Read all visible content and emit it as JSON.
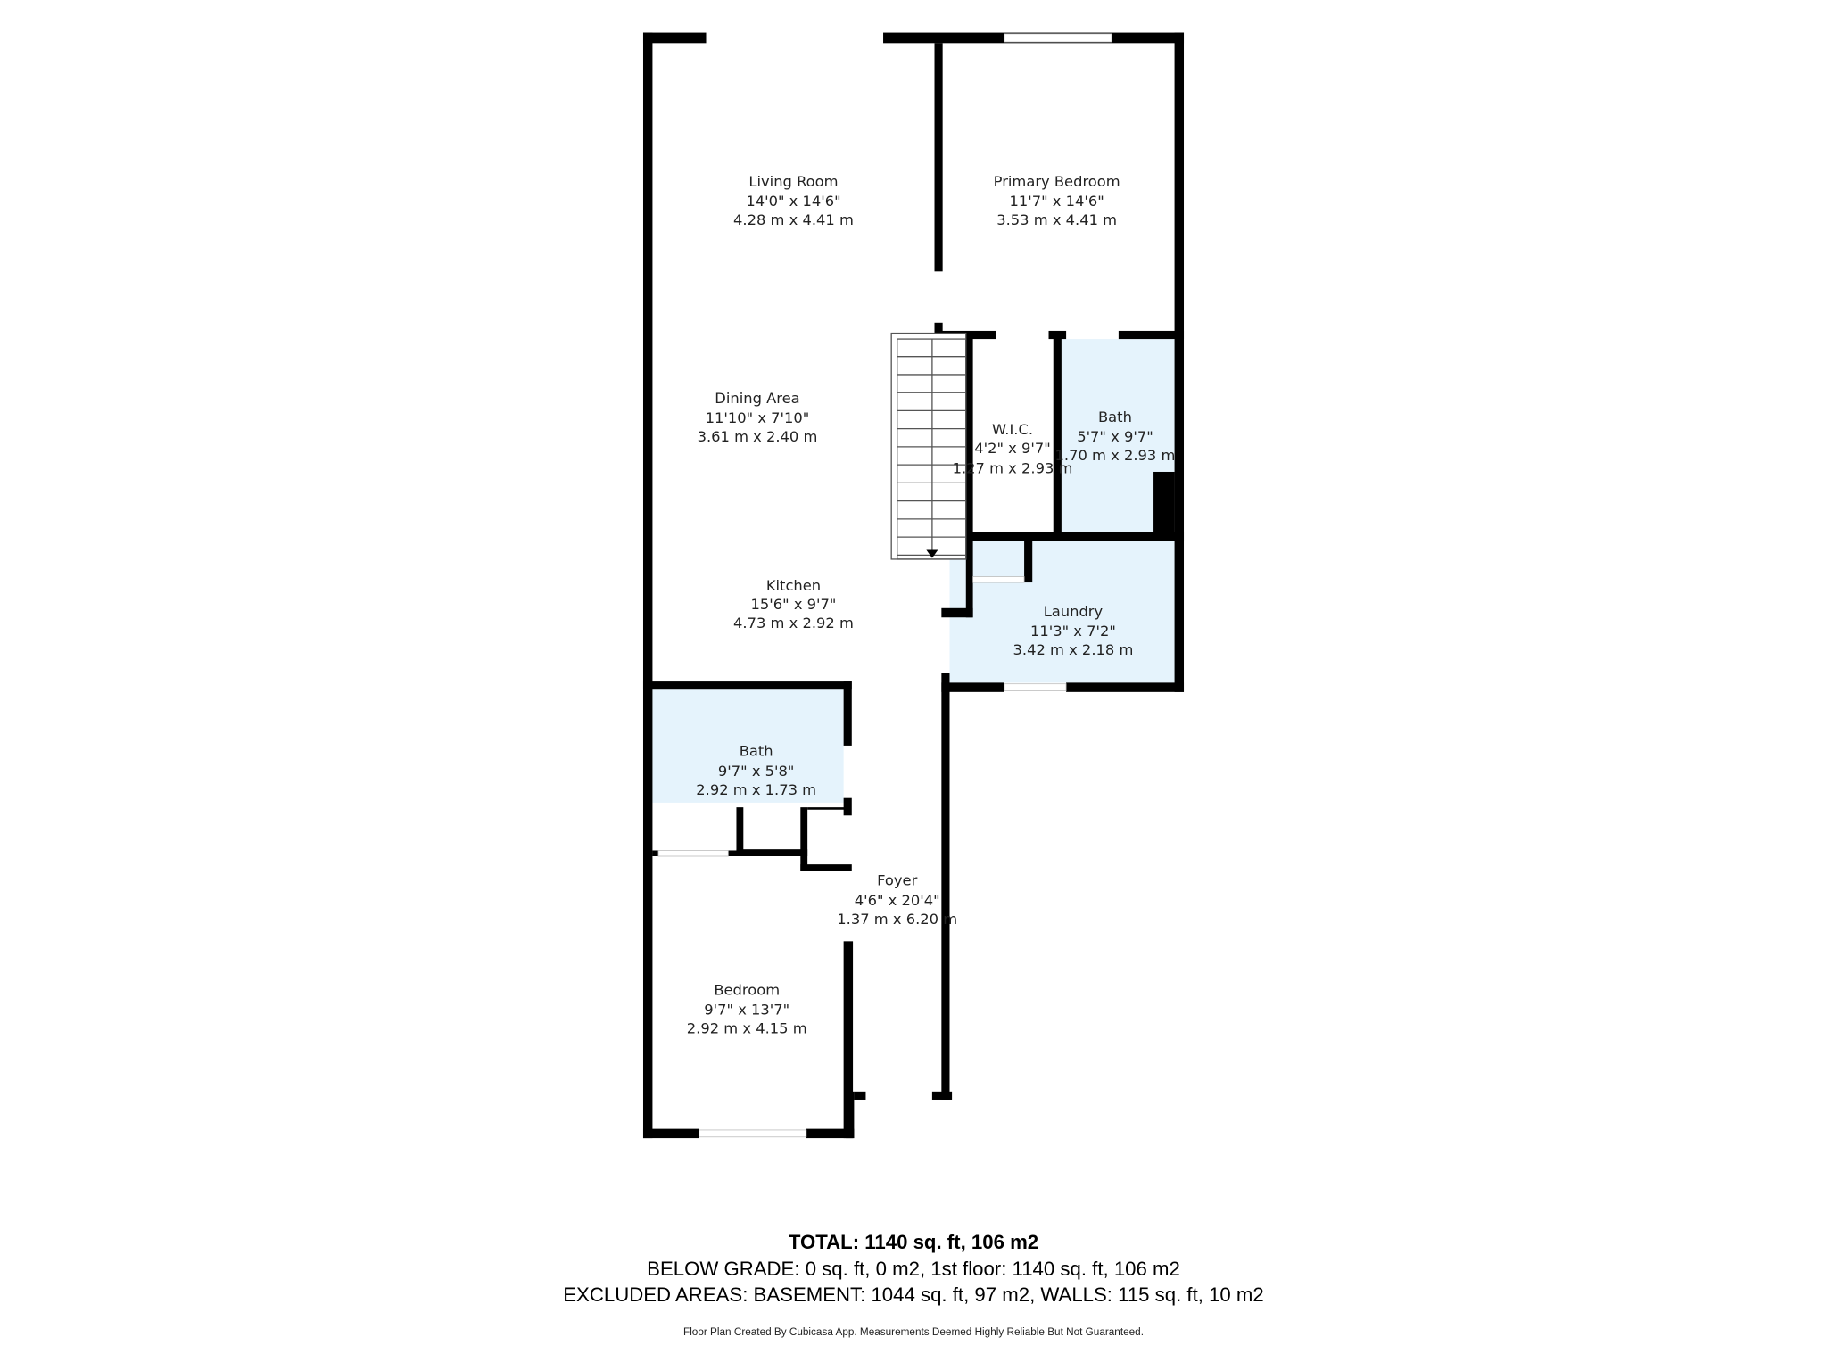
{
  "rooms": [
    {
      "name": "Living Room",
      "imperial": "14'0\" x 14'6\"",
      "metric": "4.28 m x 4.41 m"
    },
    {
      "name": "Primary Bedroom",
      "imperial": "11'7\" x 14'6\"",
      "metric": "3.53 m x 4.41 m"
    },
    {
      "name": "Dining Area",
      "imperial": "11'10\" x 7'10\"",
      "metric": "3.61 m x 2.40 m"
    },
    {
      "name": "W.I.C.",
      "imperial": "4'2\" x 9'7\"",
      "metric": "1.27 m x 2.93 m"
    },
    {
      "name": "Bath",
      "imperial": "5'7\" x 9'7\"",
      "metric": "1.70 m x 2.93 m"
    },
    {
      "name": "Kitchen",
      "imperial": "15'6\" x 9'7\"",
      "metric": "4.73 m x 2.92 m"
    },
    {
      "name": "Laundry",
      "imperial": "11'3\" x 7'2\"",
      "metric": "3.42 m x 2.18 m"
    },
    {
      "name": "Bath",
      "imperial": "9'7\" x 5'8\"",
      "metric": "2.92 m x 1.73 m"
    },
    {
      "name": "Foyer",
      "imperial": "4'6\" x 20'4\"",
      "metric": "1.37 m x 6.20 m"
    },
    {
      "name": "Bedroom",
      "imperial": "9'7\" x 13'7\"",
      "metric": "2.92 m x 4.15 m"
    }
  ],
  "summary": {
    "total": "TOTAL: 1140 sq. ft, 106 m2",
    "below_grade": "BELOW GRADE: 0 sq. ft, 0 m2, 1st floor: 1140 sq. ft, 106 m2",
    "excluded": "EXCLUDED AREAS: BASEMENT: 1044 sq. ft, 97 m2, WALLS: 115 sq. ft, 10 m2",
    "disclaimer": "Floor Plan Created By Cubicasa App. Measurements Deemed Highly Reliable But Not Guaranteed."
  },
  "colors": {
    "wall": "#000000",
    "wet_room_fill": "#e5f3fc"
  }
}
